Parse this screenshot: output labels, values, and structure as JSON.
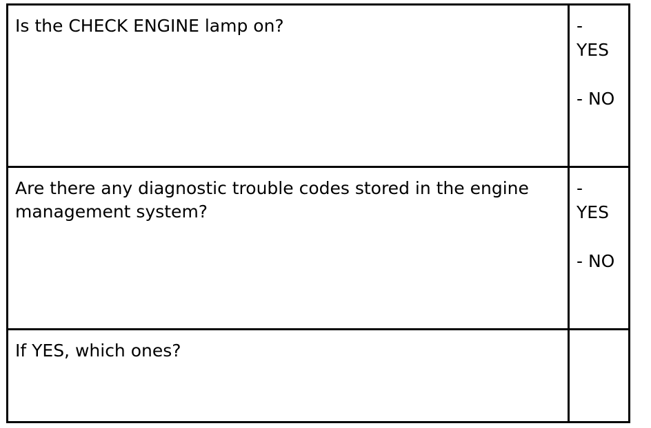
{
  "rows": [
    {
      "question": "Is the CHECK ENGINE lamp on?",
      "options": [
        {
          "dash": "-",
          "label": "YES"
        },
        {
          "dash": "-",
          "label": "NO"
        }
      ]
    },
    {
      "question": "Are there any diagnostic trouble codes stored in the engine management system?",
      "options": [
        {
          "dash": "-",
          "label": "YES"
        },
        {
          "dash": "-",
          "label": "NO"
        }
      ]
    },
    {
      "question": "If YES, which ones?",
      "options": []
    }
  ]
}
